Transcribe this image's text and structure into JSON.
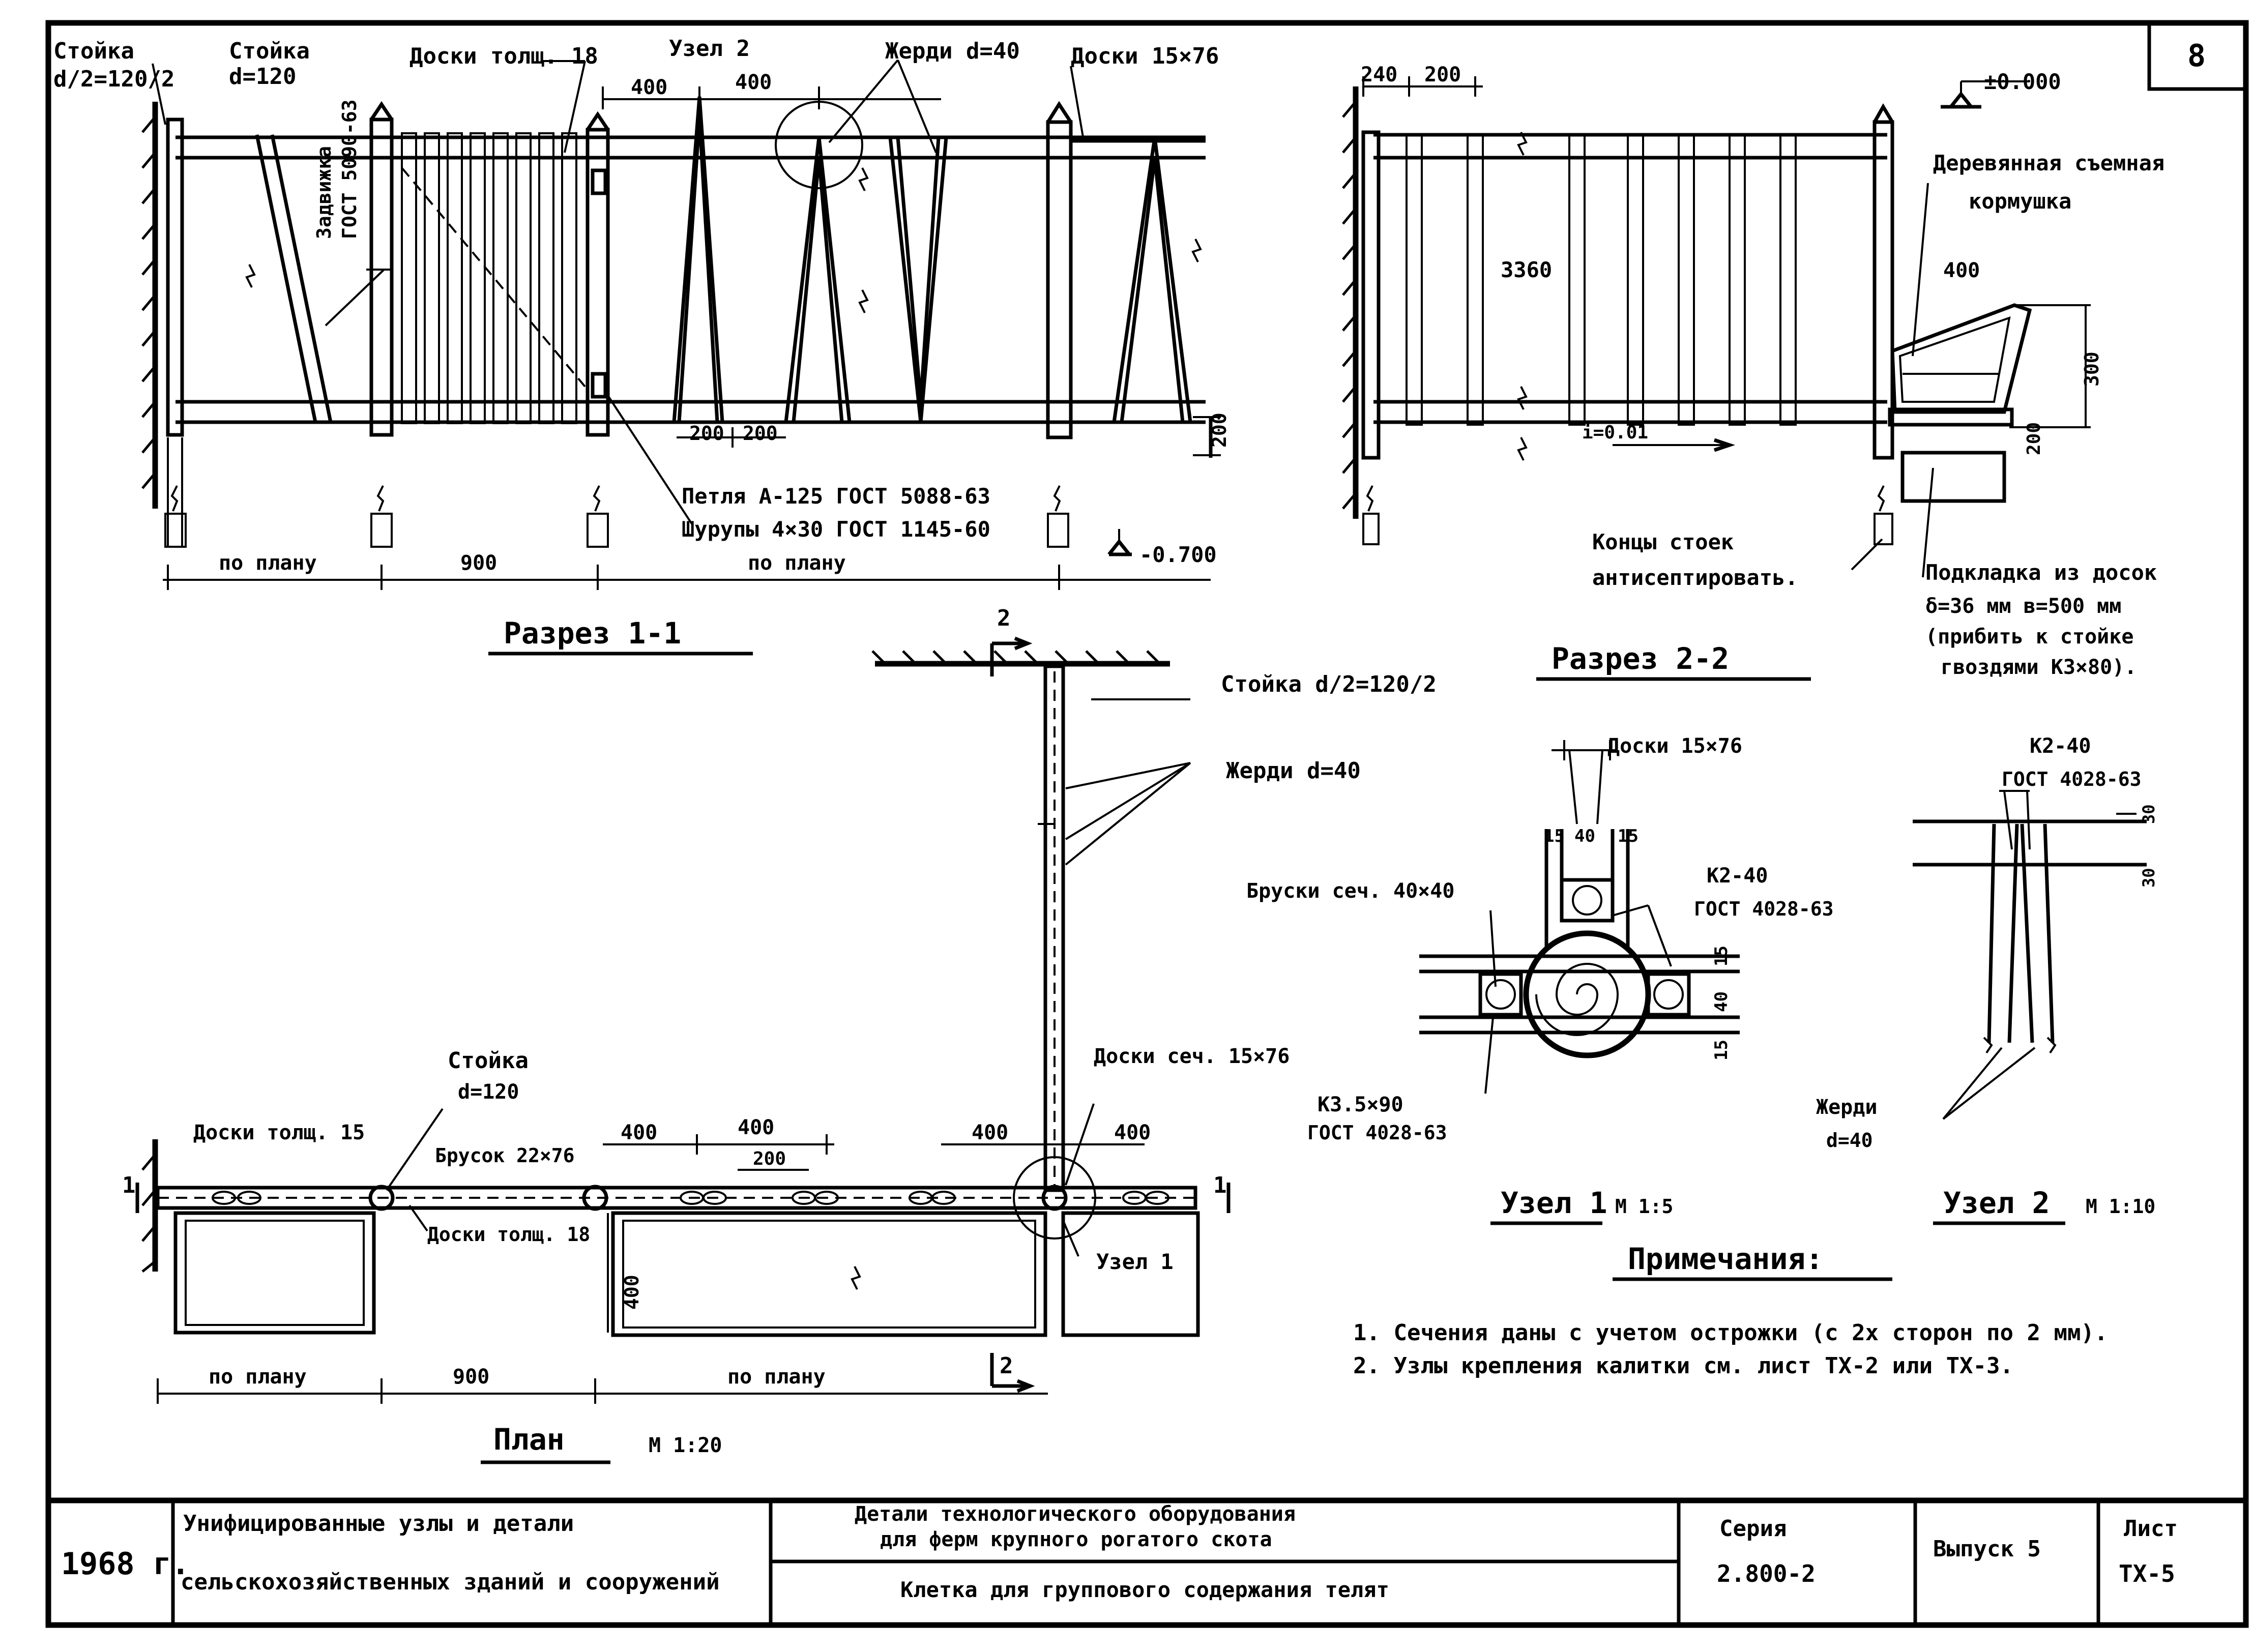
{
  "sheet": {
    "number": "8"
  },
  "section_1_1": {
    "title": "Разрез 1-1",
    "labels": [
      "Стойка",
      "d/2=120/2",
      "Стойка",
      "d=120",
      "Доски толщ. 18",
      "Узел 2",
      "Жерди d=40",
      "Доски 15×76",
      "Петля А-125 ГОСТ 5088-63",
      "Шурупы 4×30 ГОСТ 1145-60",
      "-0.700",
      "Задвижка",
      "ГОСТ 5090-63"
    ],
    "dims": [
      "400",
      "400",
      "200",
      "200",
      "по плану",
      "900",
      "по плану",
      "200"
    ]
  },
  "section_2_2": {
    "title": "Разрез 2-2",
    "labels": [
      "±0.000",
      "Деревянная съемная",
      "кормушка",
      "Концы стоек",
      "антисептировать.",
      "Подкладка из досок",
      "δ=36 мм  в=500 мм",
      "(прибить к стойке",
      "гвоздями К3×80)."
    ],
    "dims": [
      "240",
      "200",
      "3360",
      "i=0.01",
      "400",
      "300",
      "200"
    ]
  },
  "plan": {
    "title": "План",
    "scale": "М 1:20",
    "marks": [
      "2",
      "2",
      "1",
      "1"
    ],
    "labels": [
      "Стойка d/2=120/2",
      "Жерди d=40",
      "Доски сеч. 15×76",
      "Узел 1",
      "Стойка",
      "d=120",
      "Доски толщ. 15",
      "Брусок 22×76",
      "Доски толщ. 18"
    ],
    "dims": [
      "400",
      "400",
      "200",
      "400",
      "400",
      "400",
      "по плану",
      "900",
      "по плану"
    ]
  },
  "node1": {
    "title": "Узел 1",
    "scale": "М 1:5",
    "labels": [
      "Доски 15×76",
      "Бруски сеч. 40×40",
      "К2-40",
      "ГОСТ 4028-63",
      "К3.5×90",
      "ГОСТ 4028-63"
    ],
    "dims": [
      "15",
      "40",
      "15",
      "15",
      "40",
      "15"
    ]
  },
  "node2": {
    "title": "Узел 2",
    "scale": "М 1:10",
    "labels": [
      "К2-40",
      "ГОСТ 4028-63",
      "Жерди",
      "d=40"
    ],
    "dims": [
      "30",
      "30"
    ]
  },
  "notes": {
    "title": "Примечания:",
    "items": [
      "1. Сечения даны с учетом острожки (с 2х сторон по 2 мм).",
      "2. Узлы крепления калитки см. лист ТХ-2 или ТХ-3."
    ]
  },
  "title_block": {
    "year": "1968 г.",
    "series_name_line1": "Унифицированные узлы и детали",
    "series_name_line2": "сельскохозяйственных зданий и сооружений",
    "details_line1": "Детали технологического оборудования",
    "details_line2": "для ферм крупного рогатого скота",
    "drawing_name": "Клетка для группового содержания телят",
    "series_label": "Серия",
    "series_value": "2.800-2",
    "issue": "Выпуск 5",
    "sheet_label": "Лист",
    "sheet_value": "ТХ-5"
  }
}
